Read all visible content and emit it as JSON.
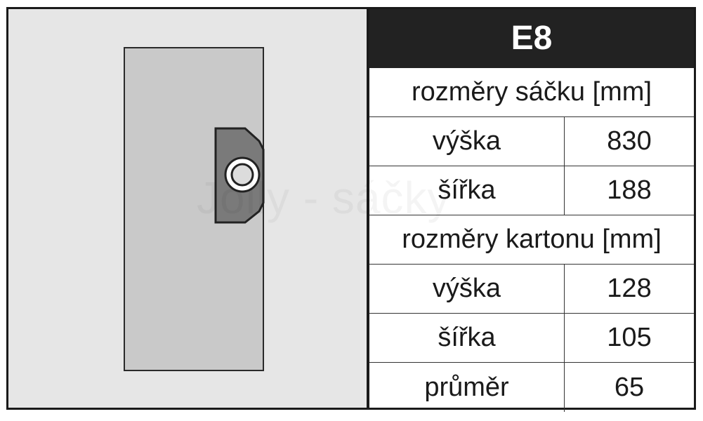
{
  "illustration": {
    "watermark": "Jolly - sáčky"
  },
  "table": {
    "title": "E8",
    "sections": [
      {
        "header": "rozměry sáčku [mm]",
        "rows": [
          {
            "label": "výška",
            "value": "830"
          },
          {
            "label": "šířka",
            "value": "188"
          }
        ]
      },
      {
        "header": "rozměry kartonu [mm]",
        "rows": [
          {
            "label": "výška",
            "value": "128"
          },
          {
            "label": "šířka",
            "value": "105"
          },
          {
            "label": "průměr",
            "value": "65"
          }
        ]
      }
    ]
  },
  "colors": {
    "title_background": "#222222",
    "bag_fill": "#c9c9c9",
    "panel_background": "#e6e6e6"
  }
}
